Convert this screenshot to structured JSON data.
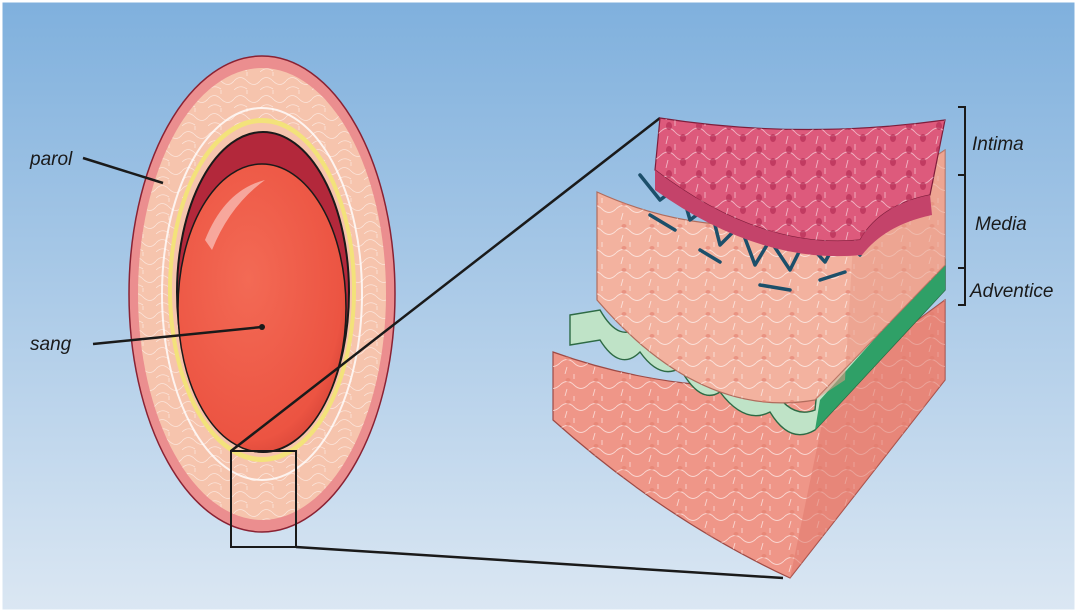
{
  "labels": {
    "wall": "parol",
    "blood": "sang",
    "intima": "Intima",
    "media": "Media",
    "adventitia": "Adventice"
  },
  "colors": {
    "background_top": "#7fb0dd",
    "background_bottom": "#dbe7f3",
    "outer_wall": "#eb8e8f",
    "middle_layer": "#f6c4ad",
    "yellow_ring": "#f3e27a",
    "blood": "#ef5a47",
    "blood_shadow": "#b3283b",
    "intima_pink": "#dd5a7c",
    "media_salmon": "#f3b29f",
    "elastic_green": "#bfe3c7",
    "elastic_dark_green": "#2fa067",
    "fibers_teal": "#1c4f6a",
    "adventitia_salmon": "#ef9688"
  }
}
